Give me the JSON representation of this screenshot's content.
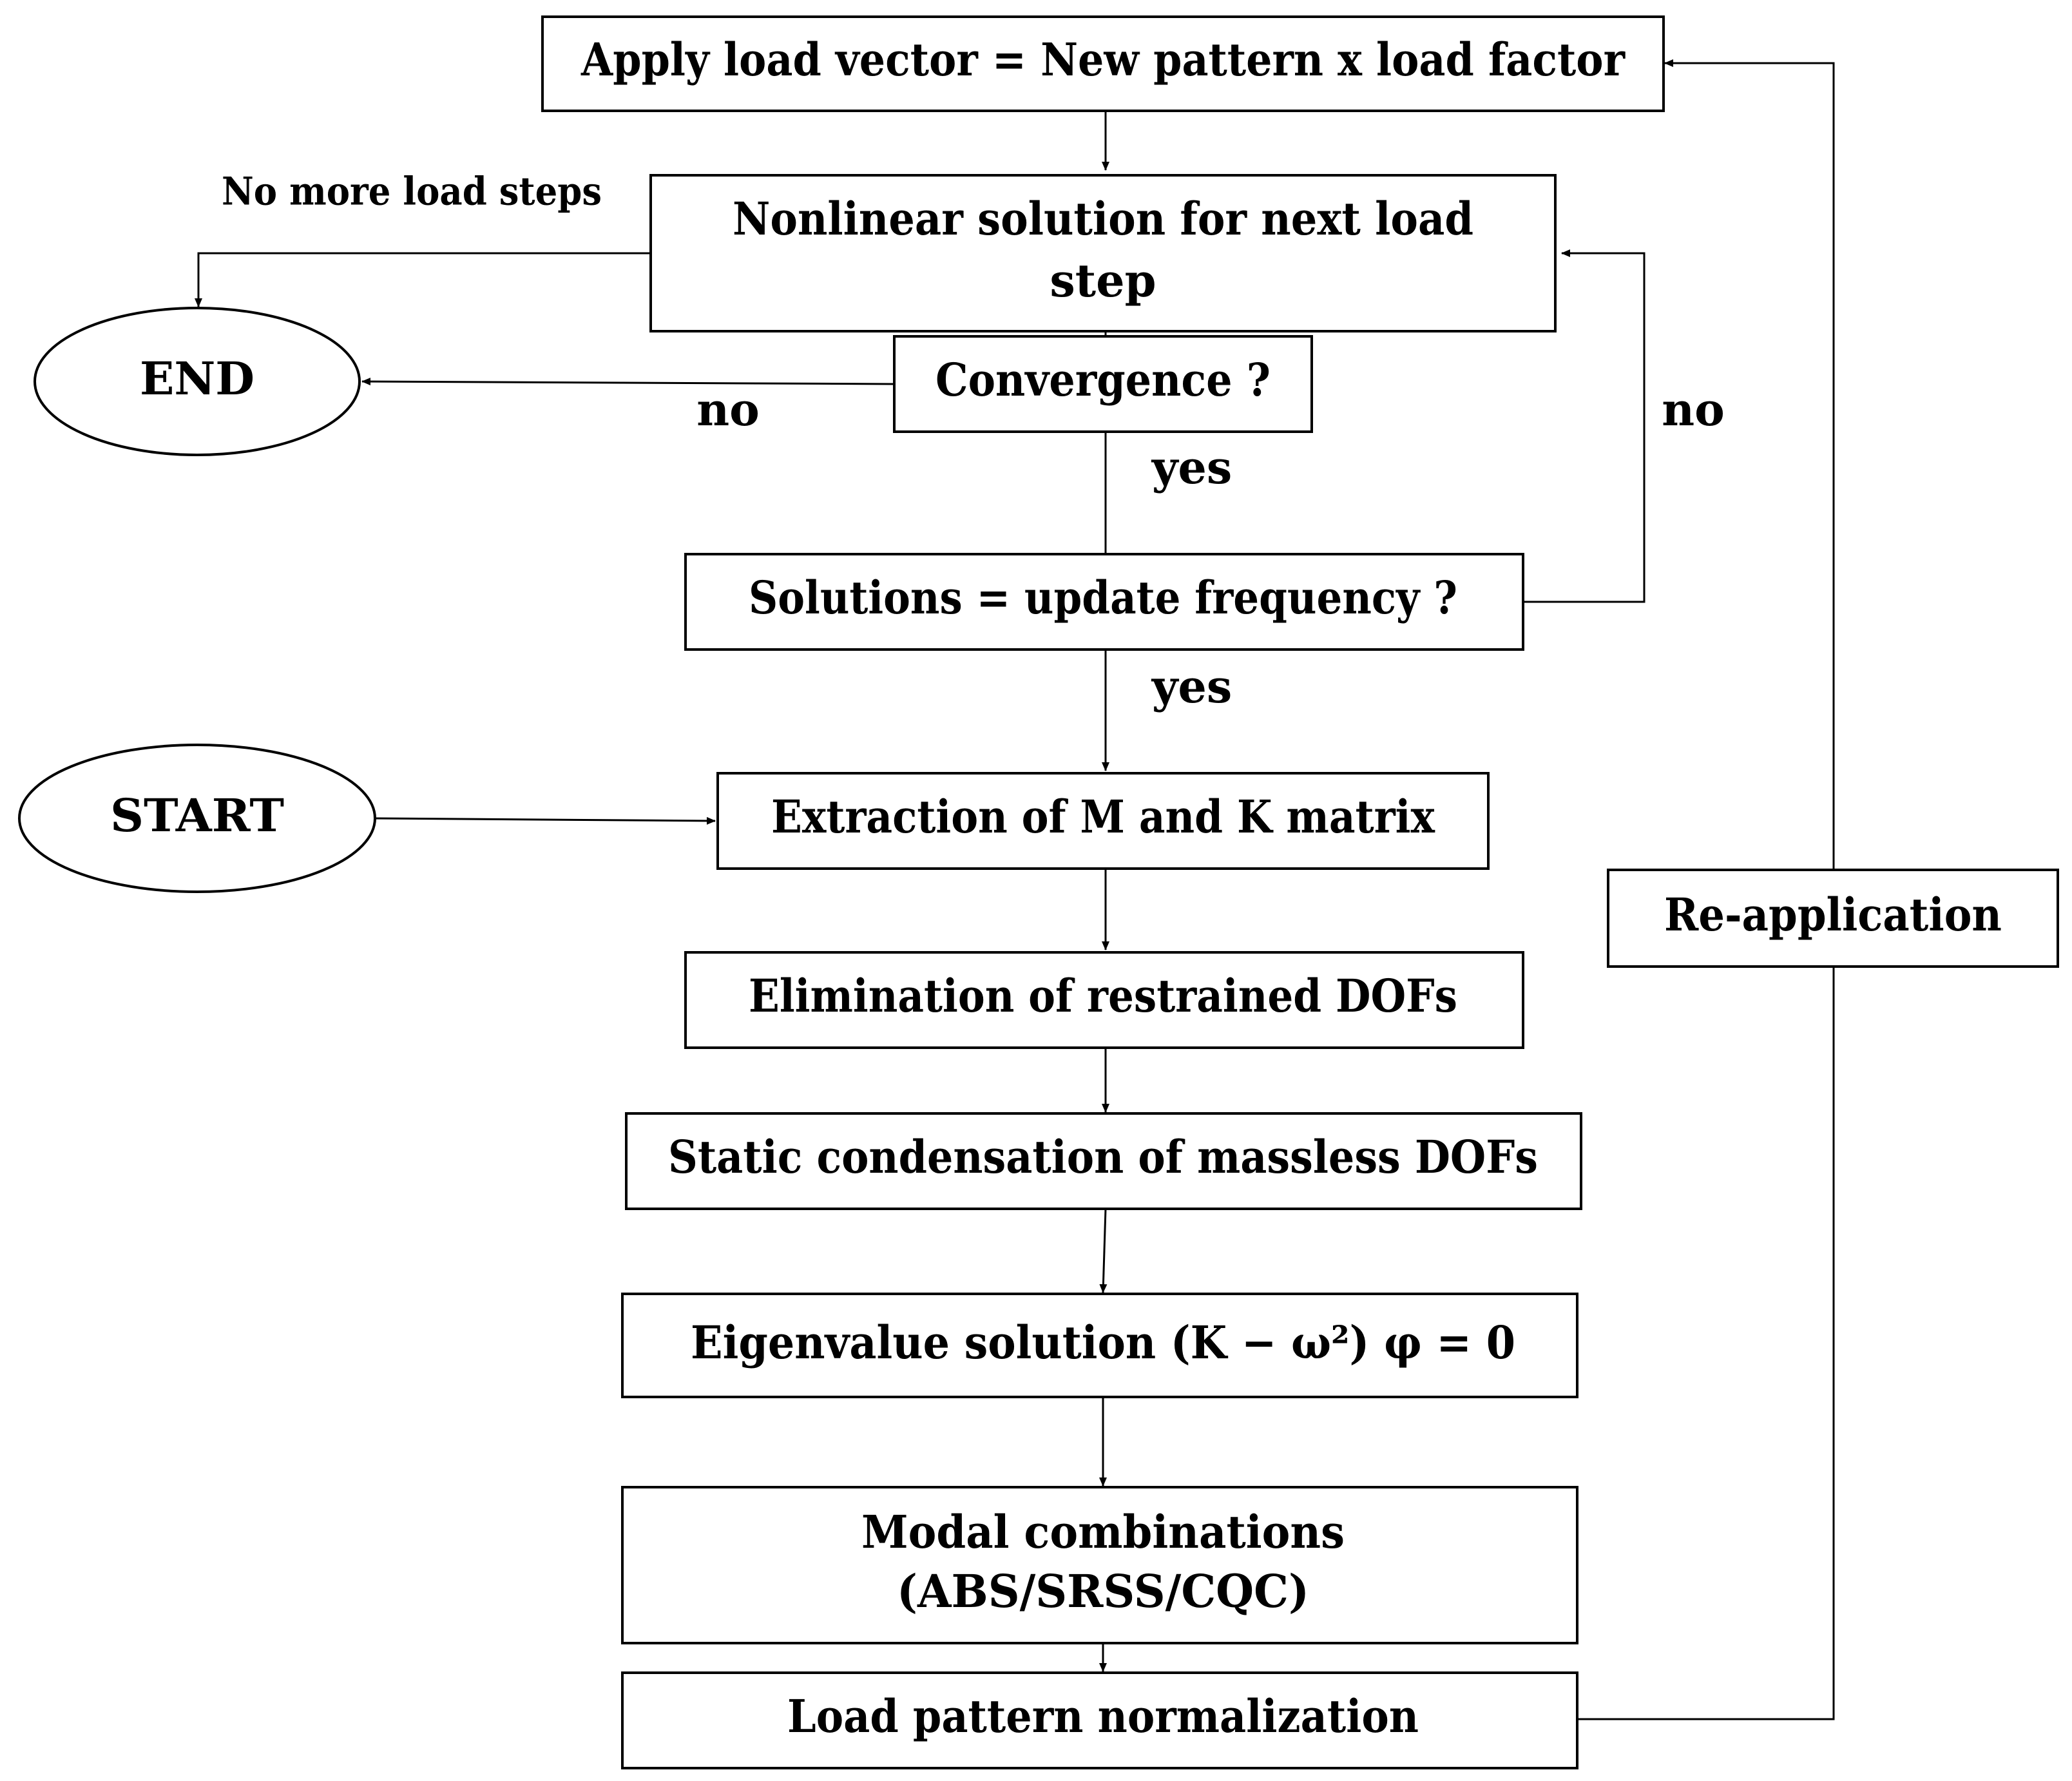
{
  "nodes": {
    "apply_load": "Apply load vector = New pattern x load factor",
    "nonlinear_line1": "Nonlinear solution for next load",
    "nonlinear_line2": "step",
    "convergence": "Convergence ?",
    "solutions_update": "Solutions = update frequency ?",
    "extraction": "Extraction of M and K matrix",
    "elimination": "Elimination of restrained DOFs",
    "static_condensation": "Static condensation of massless DOFs",
    "eigenvalue": "Eigenvalue solution (K − ω²) φ = 0",
    "modal_line1": "Modal combinations",
    "modal_line2": "(ABS/SRSS/CQC)",
    "load_pattern": "Load pattern normalization",
    "reapplication": "Re-application",
    "start": "START",
    "end": "END"
  },
  "edge_labels": {
    "no_more_load_steps": "No more load steps",
    "convergence_no": "no",
    "convergence_yes": "yes",
    "update_yes": "yes",
    "update_no": "no"
  }
}
